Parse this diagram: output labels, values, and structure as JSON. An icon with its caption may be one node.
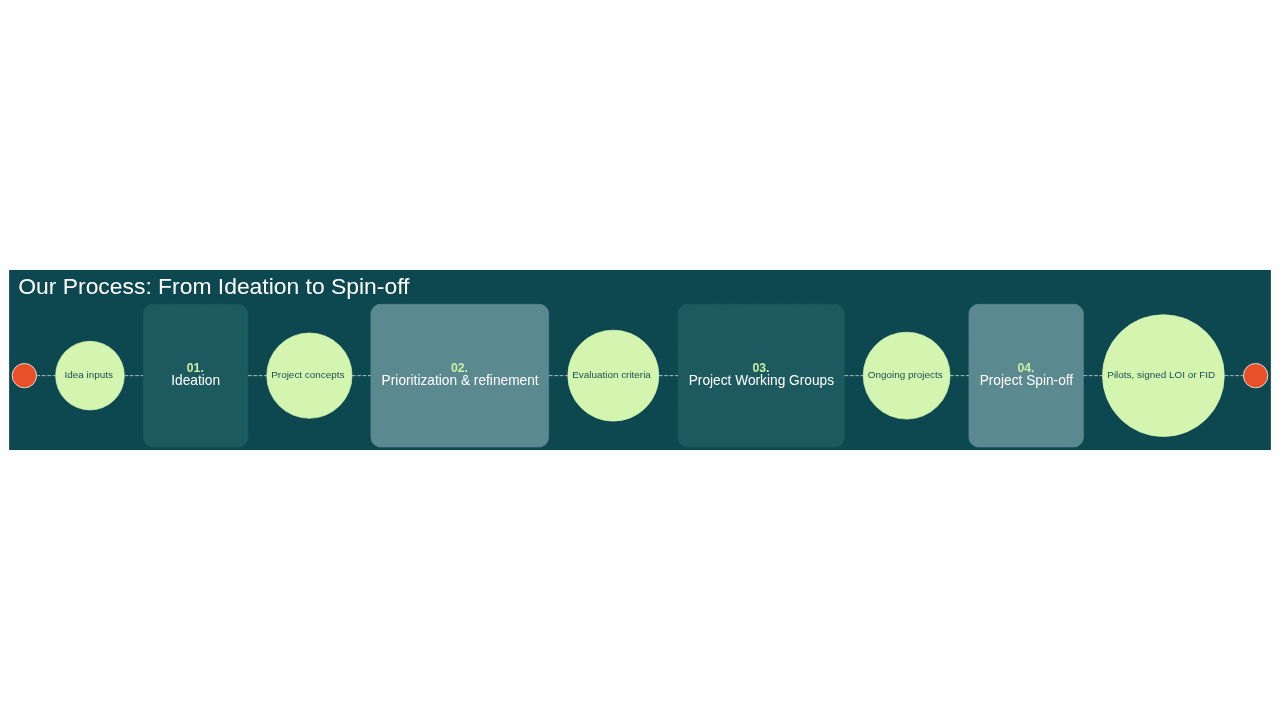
{
  "diagram": {
    "title": "Our Process: From Ideation to Spin-off",
    "nodes": [
      {
        "text": [],
        "shape": "circle"
      },
      {
        "text": [
          "Idea inputs"
        ]
      },
      {
        "text": [
          "01.",
          "Ideation"
        ]
      },
      {
        "text": [
          "Project concepts"
        ]
      },
      {
        "text": [
          "02.",
          "Prioritization & refinement"
        ]
      },
      {
        "text": [
          "Evaluation criteria"
        ]
      },
      {
        "text": [
          "03.",
          "Project Working Groups"
        ]
      },
      {
        "text": [
          "Ongoing projects"
        ]
      },
      {
        "text": [
          "04.",
          "Project Spin-off"
        ]
      },
      {
        "text": [
          "Pilots, signed LOI or FID"
        ]
      },
      {
        "text": [],
        "shape": "circle"
      }
    ],
    "edges": [
      {
        "from": 0,
        "to": 1,
        "arrow": "none",
        "style": "dashed"
      },
      {
        "from": 1,
        "to": 2,
        "arrow": "none",
        "style": "dashed"
      },
      {
        "from": 2,
        "to": 3,
        "arrow": "none",
        "style": "dashed"
      },
      {
        "from": 3,
        "to": 4,
        "arrow": "none",
        "style": "dashed"
      },
      {
        "from": 4,
        "to": 5,
        "arrow": "none",
        "style": "dashed"
      },
      {
        "from": 5,
        "to": 6,
        "arrow": "none",
        "style": "dashed"
      },
      {
        "from": 6,
        "to": 7,
        "arrow": "none",
        "style": "dashed"
      },
      {
        "from": 7,
        "to": 8,
        "arrow": "none",
        "style": "dashed"
      },
      {
        "from": 8,
        "to": 9,
        "arrow": "none",
        "style": "dashed"
      },
      {
        "from": 9,
        "to": 10,
        "arrow": "none",
        "style": "dashed"
      }
    ]
  }
}
